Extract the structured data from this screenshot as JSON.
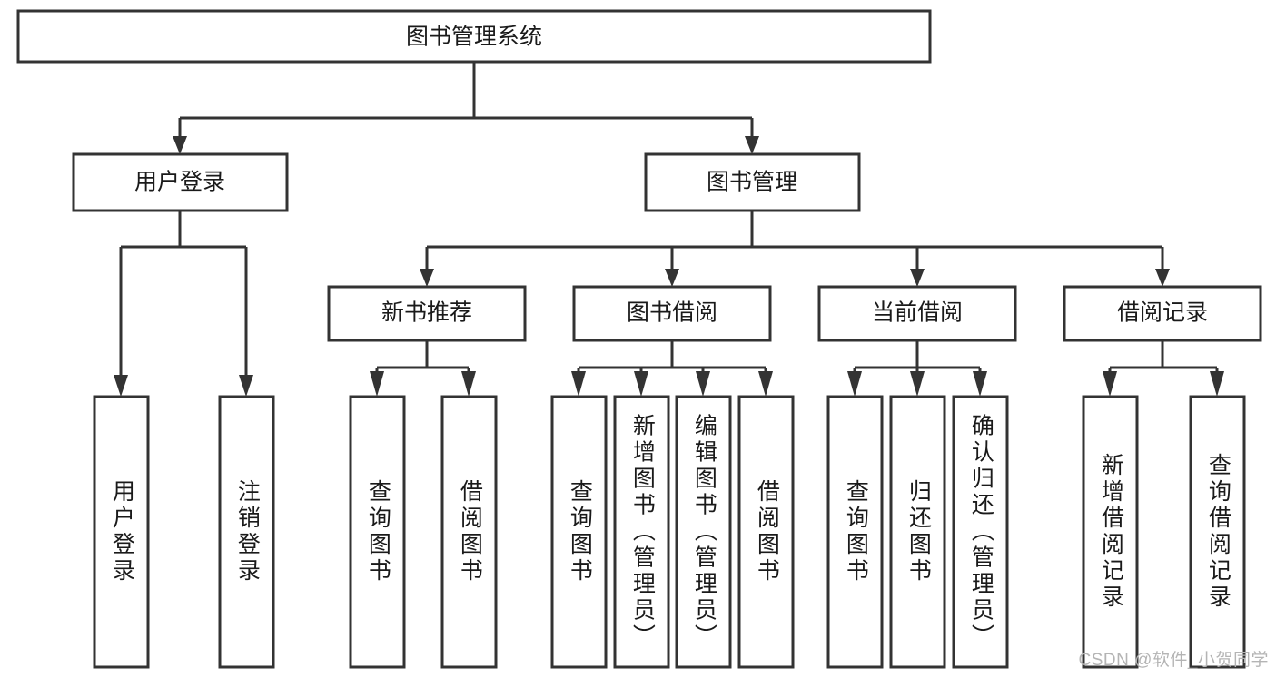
{
  "diagram": {
    "type": "tree-hierarchy",
    "title": "图书管理系统",
    "watermark": "CSDN @软件_小贺同学",
    "colors": {
      "box_stroke": "#333333",
      "box_fill": "#ffffff",
      "text": "#1a1a1a",
      "connector": "#333333",
      "watermark": "#b4b4b4",
      "background": "#ffffff"
    },
    "levels": [
      {
        "level": 1,
        "nodes": [
          {
            "id": "root",
            "label": "图书管理系统",
            "orientation": "horizontal"
          }
        ]
      },
      {
        "level": 2,
        "nodes": [
          {
            "id": "user-login",
            "label": "用户登录",
            "orientation": "horizontal",
            "parent": "root"
          },
          {
            "id": "book-manage",
            "label": "图书管理",
            "orientation": "horizontal",
            "parent": "root"
          }
        ]
      },
      {
        "level": 3,
        "nodes": [
          {
            "id": "new-book-rec",
            "label": "新书推荐",
            "orientation": "horizontal",
            "parent": "book-manage"
          },
          {
            "id": "book-borrow",
            "label": "图书借阅",
            "orientation": "horizontal",
            "parent": "book-manage"
          },
          {
            "id": "current-borrow",
            "label": "当前借阅",
            "orientation": "horizontal",
            "parent": "book-manage"
          },
          {
            "id": "borrow-record",
            "label": "借阅记录",
            "orientation": "horizontal",
            "parent": "book-manage"
          }
        ]
      },
      {
        "level": 4,
        "nodes": [
          {
            "id": "leaf-user-login",
            "label": "用户登录",
            "orientation": "vertical",
            "parent": "user-login"
          },
          {
            "id": "leaf-logout",
            "label": "注销登录",
            "orientation": "vertical",
            "parent": "user-login"
          },
          {
            "id": "leaf-query-book-1",
            "label": "查询图书",
            "orientation": "vertical",
            "parent": "new-book-rec"
          },
          {
            "id": "leaf-borrow-book-1",
            "label": "借阅图书",
            "orientation": "vertical",
            "parent": "new-book-rec"
          },
          {
            "id": "leaf-query-book-2",
            "label": "查询图书",
            "orientation": "vertical",
            "parent": "book-borrow"
          },
          {
            "id": "leaf-add-book",
            "label": "新增图书（管理员）",
            "orientation": "vertical",
            "parent": "book-borrow"
          },
          {
            "id": "leaf-edit-book",
            "label": "编辑图书（管理员）",
            "orientation": "vertical",
            "parent": "book-borrow"
          },
          {
            "id": "leaf-borrow-book-2",
            "label": "借阅图书",
            "orientation": "vertical",
            "parent": "book-borrow"
          },
          {
            "id": "leaf-query-book-3",
            "label": "查询图书",
            "orientation": "vertical",
            "parent": "current-borrow"
          },
          {
            "id": "leaf-return-book",
            "label": "归还图书",
            "orientation": "vertical",
            "parent": "current-borrow"
          },
          {
            "id": "leaf-confirm-return",
            "label": "确认归还（管理员）",
            "orientation": "vertical",
            "parent": "current-borrow"
          },
          {
            "id": "leaf-add-record",
            "label": "新增借阅记录",
            "orientation": "vertical",
            "parent": "borrow-record"
          },
          {
            "id": "leaf-query-record",
            "label": "查询借阅记录",
            "orientation": "vertical",
            "parent": "borrow-record"
          }
        ]
      }
    ]
  }
}
